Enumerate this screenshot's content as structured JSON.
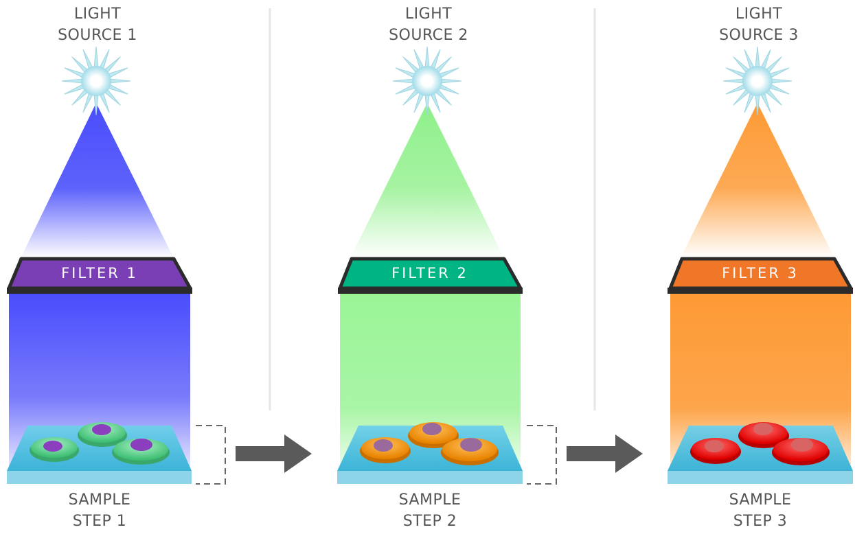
{
  "panels": [
    {
      "source_line1": "LIGHT",
      "source_line2": "SOURCE 1",
      "filter": "FILTER 1",
      "sample_line1": "SAMPLE",
      "sample_line2": "STEP 1",
      "beam_color": "#4a4dfc",
      "filter_color": "#7b3fb5",
      "cell_color": "#56c98a",
      "nucleus_color": "#8b3fbf"
    },
    {
      "source_line1": "LIGHT",
      "source_line2": "SOURCE 2",
      "filter": "FILTER 2",
      "sample_line1": "SAMPLE",
      "sample_line2": "STEP 2",
      "beam_color": "#8ef08a",
      "filter_color": "#00b484",
      "cell_color": "#f29a1c",
      "nucleus_color": "#9a6a9c"
    },
    {
      "source_line1": "LIGHT",
      "source_line2": "SOURCE 3",
      "filter": "FILTER 3",
      "sample_line1": "SAMPLE",
      "sample_line2": "STEP 3",
      "beam_color": "#fd9a35",
      "filter_color": "#f07628",
      "cell_color": "#ff1a1a",
      "nucleus_color": "#d86464"
    }
  ],
  "colors": {
    "text": "#555555",
    "slide": "#38b6d8",
    "arrow": "#5a5a5a",
    "divider": "#e6e6e6",
    "filter_frame": "#2b2b2b"
  },
  "icons": [
    "star-light-icon",
    "arrow-right-icon"
  ]
}
